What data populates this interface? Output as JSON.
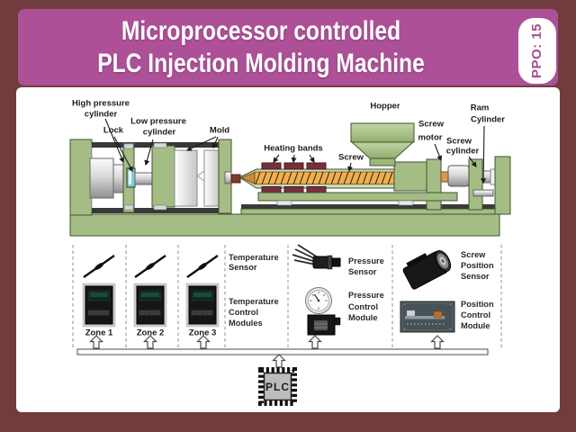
{
  "title": {
    "line1": "Microprocessor controlled",
    "line2": "PLC Injection Molding Machine",
    "badge": "PPO: 15"
  },
  "colors": {
    "frame_maroon": "#703d3c",
    "header_pink": "#ad5097",
    "machine_green": "#a4bd85",
    "heating_band": "#76303c",
    "screw_orange": "#f0ae4c",
    "lock_cyan": "#82cbd8"
  },
  "machine": {
    "labels": {
      "high_pressure_l1": "High pressure",
      "high_pressure_l2": "cylinder",
      "lock": "Lock",
      "low_pressure_l1": "Low pressure",
      "low_pressure_l2": "cylinder",
      "mold": "Mold",
      "heating_bands": "Heating bands",
      "screw": "Screw",
      "hopper": "Hopper",
      "screw_motor_l1": "Screw",
      "screw_motor_l2": "motor",
      "screw_cylinder_l1": "Screw",
      "screw_cylinder_l2": "cylinder",
      "ram_cylinder_l1": "Ram",
      "ram_cylinder_l2": "Cylinder"
    }
  },
  "control": {
    "zones": [
      "Zone 1",
      "Zone 2",
      "Zone 3"
    ],
    "temp_sensor": [
      "Temperature",
      "Sensor"
    ],
    "temp_module": [
      "Temperature",
      "Control",
      "Modules"
    ],
    "pressure_sensor": [
      "Pressure",
      "Sensor"
    ],
    "pressure_module": [
      "Pressure",
      "Control",
      "Module"
    ],
    "position_sensor": [
      "Screw",
      "Position",
      "Sensor"
    ],
    "position_module": [
      "Position",
      "Control",
      "Module"
    ],
    "plc": "PLC"
  }
}
